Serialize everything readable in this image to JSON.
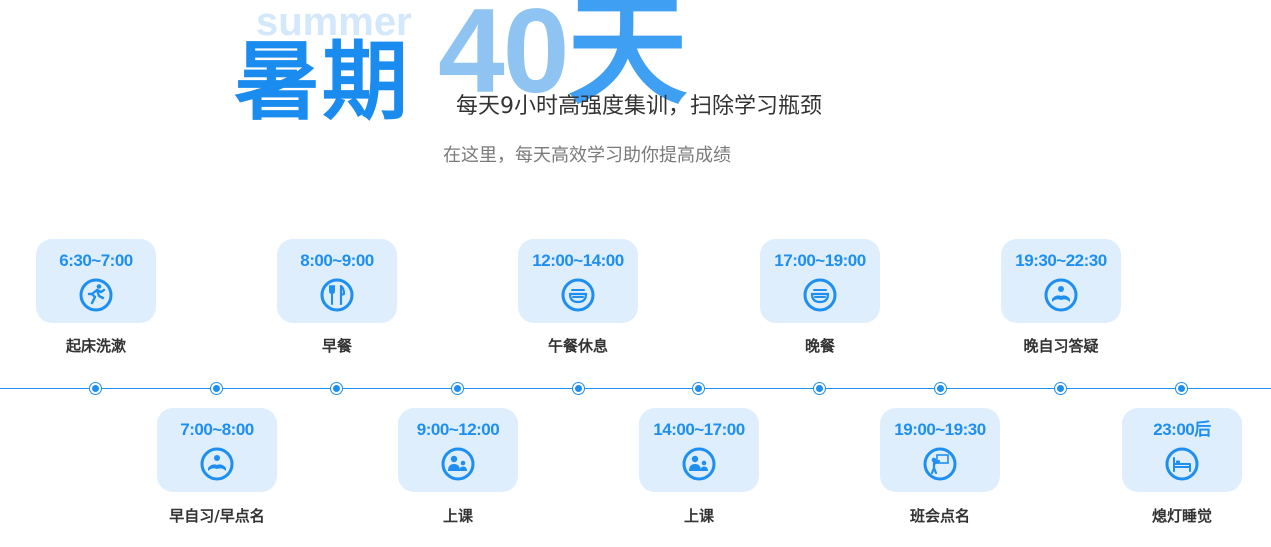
{
  "hero": {
    "summer": "summer",
    "big_number": "40",
    "big_day": "天",
    "title": "暑期",
    "subtitle": "每天9小时高强度集训，扫除学习瓶颈",
    "description": "在这里，每天高效学习助你提高成绩"
  },
  "colors": {
    "accent": "#1e8ff0",
    "card_bg": "#deeefd",
    "text_dark": "#333333",
    "text_gray": "#7a7a7a"
  },
  "schedule": [
    {
      "time": "6:30~7:00",
      "label": "起床洗漱",
      "icon": "running-person-icon"
    },
    {
      "time": "7:00~8:00",
      "label": "早自习/早点名",
      "icon": "reading-book-icon"
    },
    {
      "time": "8:00~9:00",
      "label": "早餐",
      "icon": "fork-knife-icon"
    },
    {
      "time": "9:00~12:00",
      "label": "上课",
      "icon": "classroom-icon"
    },
    {
      "time": "12:00~14:00",
      "label": "午餐休息",
      "icon": "noodle-bowl-icon"
    },
    {
      "time": "14:00~17:00",
      "label": "上课",
      "icon": "classroom-icon"
    },
    {
      "time": "17:00~19:00",
      "label": "晚餐",
      "icon": "noodle-bowl-icon"
    },
    {
      "time": "19:00~19:30",
      "label": "班会点名",
      "icon": "teacher-board-icon"
    },
    {
      "time": "19:30~22:30",
      "label": "晚自习答疑",
      "icon": "reading-book-icon"
    },
    {
      "time": "23:00后",
      "label": "熄灯睡觉",
      "icon": "bed-icon"
    }
  ]
}
